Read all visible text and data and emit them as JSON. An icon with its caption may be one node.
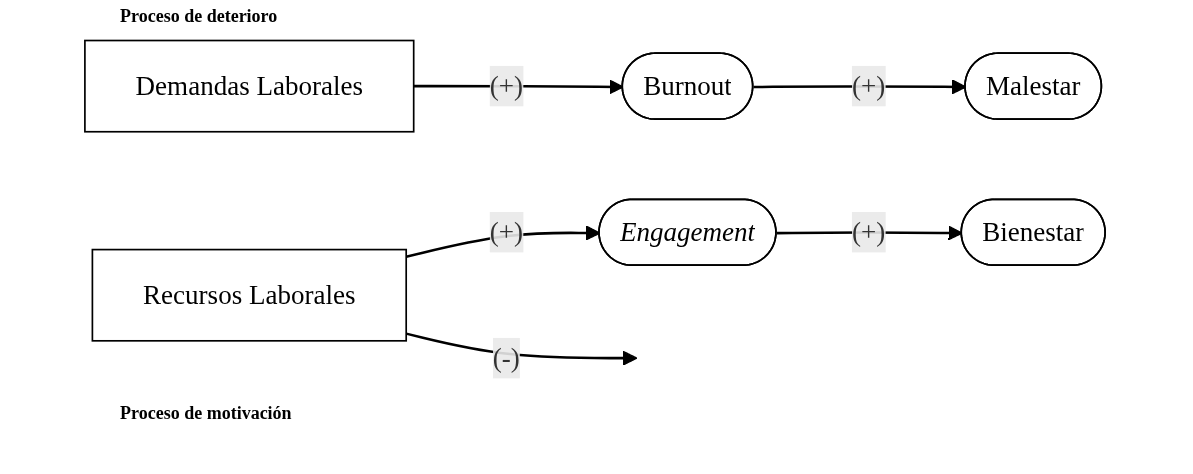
{
  "diagram": {
    "nodes": [
      {
        "text": [
          "Demandas Laborales"
        ]
      },
      {
        "text": [
          "Burnout"
        ]
      },
      {
        "text": [
          "Malestar"
        ]
      },
      {
        "text": [
          "Recursos Laborales"
        ]
      },
      {
        "text": [
          "Engagement"
        ]
      },
      {
        "text": [
          "Bienestar"
        ]
      }
    ],
    "edges": [
      {
        "from": 0,
        "to": 1,
        "arrow": "to",
        "label": "(+)"
      },
      {
        "from": 1,
        "to": 2,
        "arrow": "to",
        "label": "(+)"
      },
      {
        "from": 3,
        "to": null,
        "arrow": "to",
        "label": "(-)"
      },
      {
        "from": 3,
        "to": 4,
        "arrow": "to",
        "label": "(+)"
      },
      {
        "from": 4,
        "to": 5,
        "arrow": "to",
        "label": "(+)"
      }
    ],
    "labels": [
      "Proceso de deterioro",
      "Proceso de motivación"
    ]
  }
}
